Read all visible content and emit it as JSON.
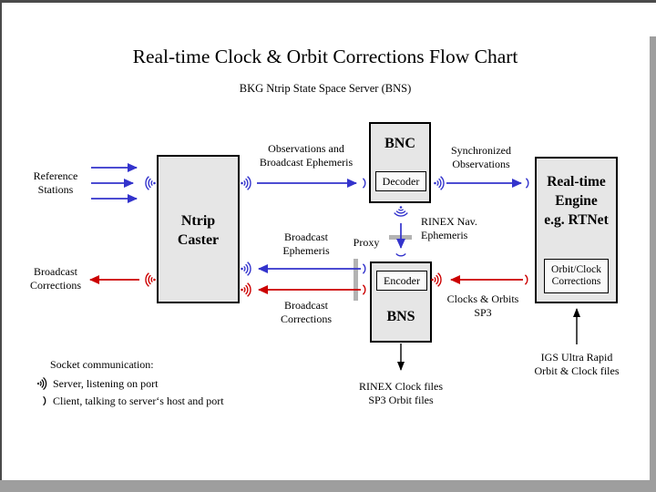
{
  "slide": {
    "title": "Real-time Clock & Orbit Corrections Flow Chart",
    "subtitle": "BKG Ntrip State Space Server  (BNS)"
  },
  "boxes": {
    "ntrip_caster": {
      "label": "Ntrip\nCaster"
    },
    "bnc": {
      "label": "BNC",
      "sub": "Decoder"
    },
    "bns": {
      "label": "BNS",
      "sub": "Encoder"
    },
    "rt_engine": {
      "label": "Real-time\nEngine\ne.g. RTNet",
      "sub": "Orbit/Clock\nCorrections"
    }
  },
  "labels": {
    "reference_stations": "Reference\nStations",
    "broadcast_corrections_out": "Broadcast\nCorrections",
    "observations_broadcast_ephemeris": "Observations and\nBroadcast Ephemeris",
    "synchronized_observations": "Synchronized\nObservations",
    "rinex_nav_ephemeris": "RINEX Nav.\nEphemeris",
    "proxy": "Proxy",
    "broadcast_ephemeris": "Broadcast\nEphemeris",
    "broadcast_corrections_in": "Broadcast\nCorrections",
    "clocks_orbits_sp3": "Clocks & Orbits\nSP3",
    "rinex_clock_sp3_files": "RINEX Clock files\nSP3 Orbit files",
    "igs_ultra_rapid": "IGS Ultra Rapid\nOrbit & Clock files"
  },
  "legend": {
    "title": "Socket communication:",
    "server": "Server, listening on port",
    "client": "Client, talking to server‘s host and port"
  },
  "colors": {
    "blue": "#3333cc",
    "red": "#cc0000",
    "box_fill": "#e6e6e6",
    "subbox_fill": "#fafafa",
    "proxy_gray": "#b3b3b3",
    "frame_dark": "#4a4a4a",
    "shadow_gray": "#9e9e9e"
  }
}
